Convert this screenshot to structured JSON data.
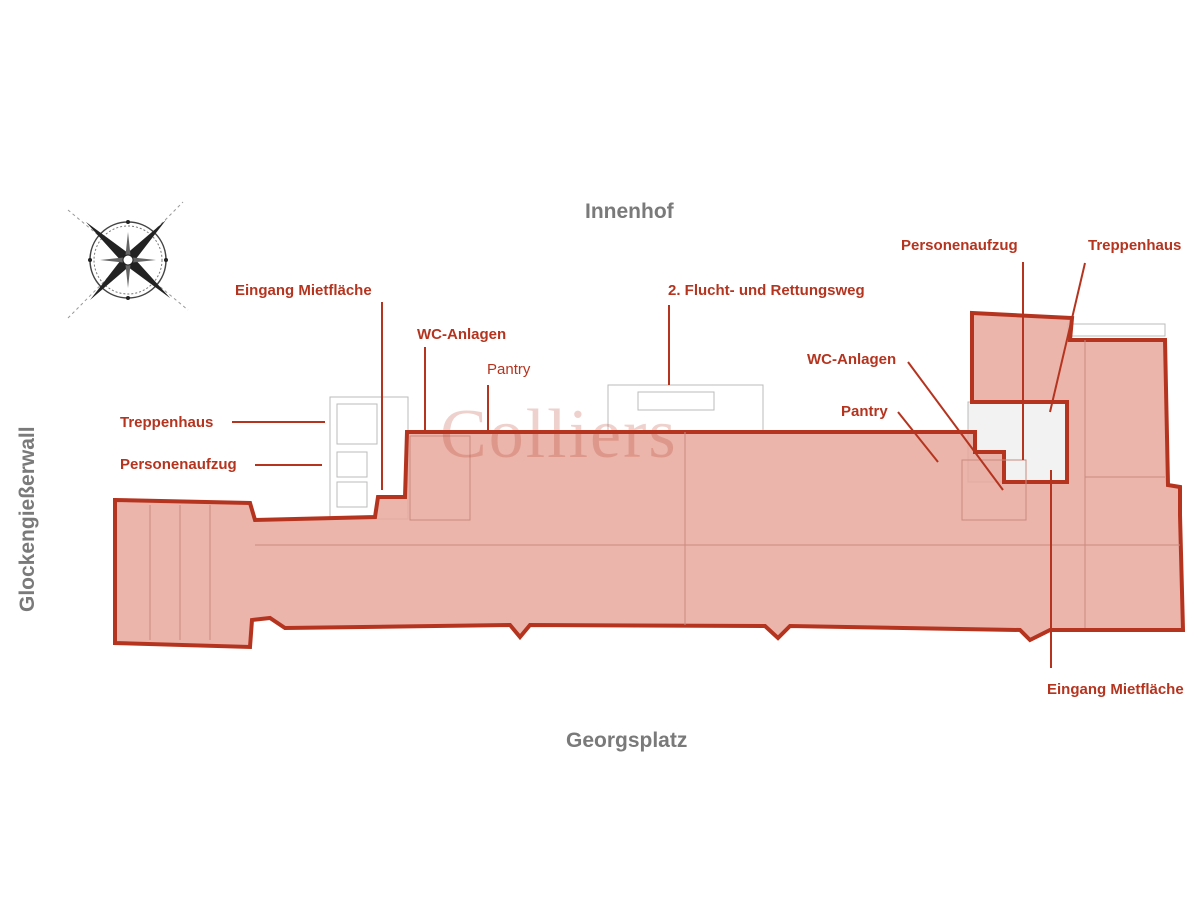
{
  "streets": {
    "top": "Innenhof",
    "bottom": "Georgsplatz",
    "left": "Glockengießerwall"
  },
  "labels": {
    "eingang_left": "Eingang Mietfläche",
    "treppenhaus_left": "Treppenhaus",
    "personenaufzug_left": "Personenaufzug",
    "wc_left": "WC-Anlagen",
    "pantry_left": "Pantry",
    "fluchtweg": "2. Flucht- und Rettungsweg",
    "personenaufzug_right": "Personenaufzug",
    "treppenhaus_right": "Treppenhaus",
    "wc_right": "WC-Anlagen",
    "pantry_right": "Pantry",
    "eingang_right": "Eingang Mietfläche"
  },
  "watermark": "Colliers",
  "colors": {
    "accent": "#b5341f",
    "fill": "#e8a89c",
    "street": "#7a7a7a"
  }
}
